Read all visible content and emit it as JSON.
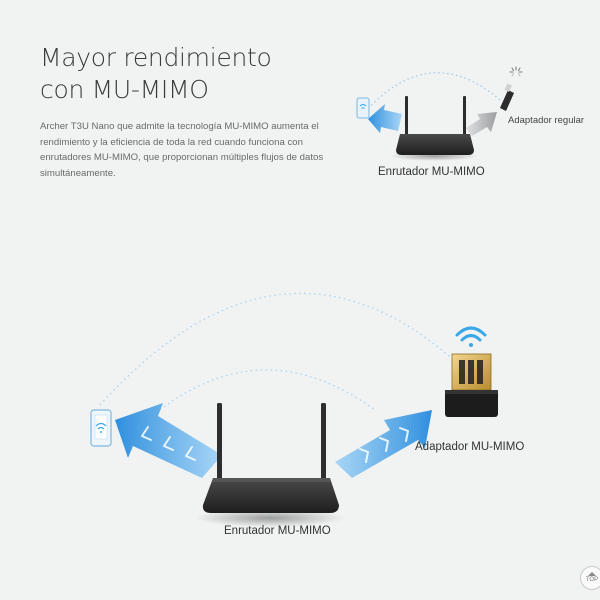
{
  "heading": {
    "line1": "Mayor rendimiento",
    "line2": "con MU-MIMO"
  },
  "description": "Archer T3U Nano que admite la tecnología MU-MIMO aumenta el rendimiento y la eficiencia de toda la red cuando funciona con enrutadores MU-MIMO, que proporcionan múltiples flujos de datos simultáneamente.",
  "top_diagram": {
    "router_label": "Enrutador MU-MIMO",
    "adapter_label": "Adaptador regular"
  },
  "bottom_diagram": {
    "router_label": "Enrutador MU-MIMO",
    "adapter_label": "Adaptador MU-MIMO"
  },
  "colors": {
    "background": "#f1f2f2",
    "beam_blue": "#3c9ae2",
    "beam_gray": "#a8aaac",
    "router_body": "#2a2a2a",
    "wifi_icon": "#3aa8e8",
    "adapter_gold": "#d9b25a"
  },
  "icons": [
    "phone-icon",
    "wifi-icon",
    "router-icon",
    "usb-adapter-icon",
    "loading-spinner-icon",
    "scroll-top-icon"
  ],
  "scroll_top_label": "TOP"
}
